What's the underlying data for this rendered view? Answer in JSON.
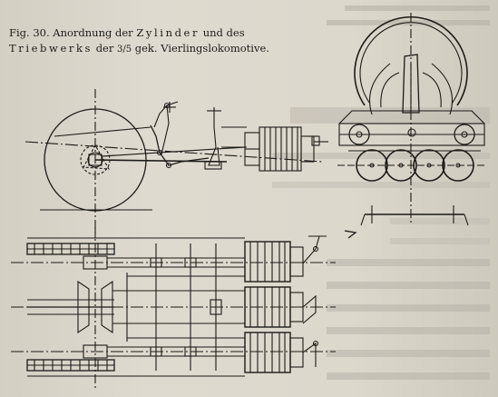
{
  "figure": {
    "label": "Fig. 30.",
    "caption_part1": "Anordnung der",
    "caption_word1": "Zylinder",
    "caption_part2": "und des",
    "caption_word2": "Triebwerks",
    "caption_part3": "der",
    "fraction": "3/5",
    "caption_part4": "gek. Vierlingslokomotive."
  },
  "colors": {
    "paper": "#dcd8cc",
    "ink": "#1d1b18",
    "bleed_text": "#8b877d"
  }
}
